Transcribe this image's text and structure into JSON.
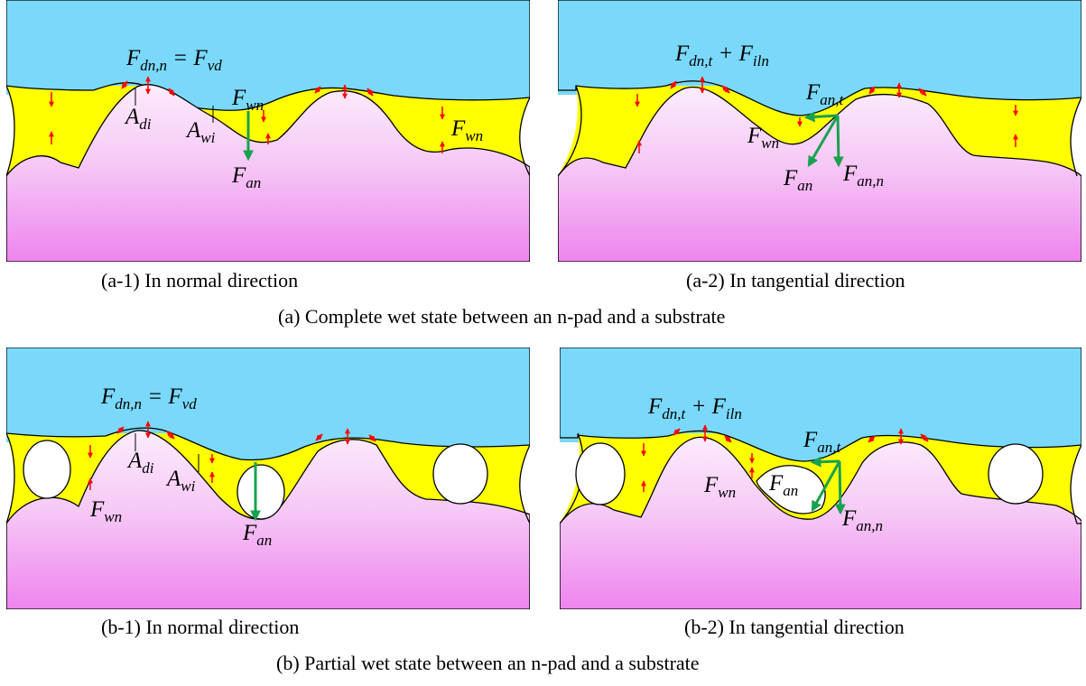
{
  "colors": {
    "pad": "#7ad9fb",
    "substrate_top": "#fce6fb",
    "substrate_bottom": "#ef86ee",
    "liquid": "#ffff00",
    "force_arrow": "#ff0000",
    "resultant_arrow": "#1aa14f"
  },
  "panels": {
    "a1": {
      "eq_lhs": "F",
      "eq_lhs_sub": "dn,n",
      "eq_mid": " = F",
      "eq_rhs_sub": "vd",
      "adi": "A",
      "adi_sub": "di",
      "awi": "A",
      "awi_sub": "wi",
      "fwn_mid": "F",
      "fwn_mid_sub": "wn",
      "fwn_right": "F",
      "fwn_right_sub": "wn",
      "fan": "F",
      "fan_sub": "an",
      "caption": "(a-1) In normal direction"
    },
    "a2": {
      "eq_a": "F",
      "eq_a_sub": "dn,t",
      "eq_plus": " + F",
      "eq_b_sub": "iln",
      "fant": "F",
      "fant_sub": "an,t",
      "fwn": "F",
      "fwn_sub": "wn",
      "fan": "F",
      "fan_sub": "an",
      "fann": "F",
      "fann_sub": "an,n",
      "caption": "(a-2) In tangential direction"
    },
    "b1": {
      "eq_lhs": "F",
      "eq_lhs_sub": "dn,n",
      "eq_mid": " = F",
      "eq_rhs_sub": "vd",
      "adi": "A",
      "adi_sub": "di",
      "awi": "A",
      "awi_sub": "wi",
      "fwn": "F",
      "fwn_sub": "wn",
      "fan": "F",
      "fan_sub": "an",
      "caption": "(b-1) In normal direction"
    },
    "b2": {
      "eq_a": "F",
      "eq_a_sub": "dn,t",
      "eq_plus": " + F",
      "eq_b_sub": "iln",
      "fant": "F",
      "fant_sub": "an,t",
      "fwn": "F",
      "fwn_sub": "wn",
      "fan": "F",
      "fan_sub": "an",
      "fann": "F",
      "fann_sub": "an,n",
      "caption": "(b-2) In tangential direction"
    }
  },
  "group_captions": {
    "a": "(a) Complete wet state between an n-pad and a substrate",
    "b": "(b) Partial wet state between an n-pad and a substrate"
  }
}
